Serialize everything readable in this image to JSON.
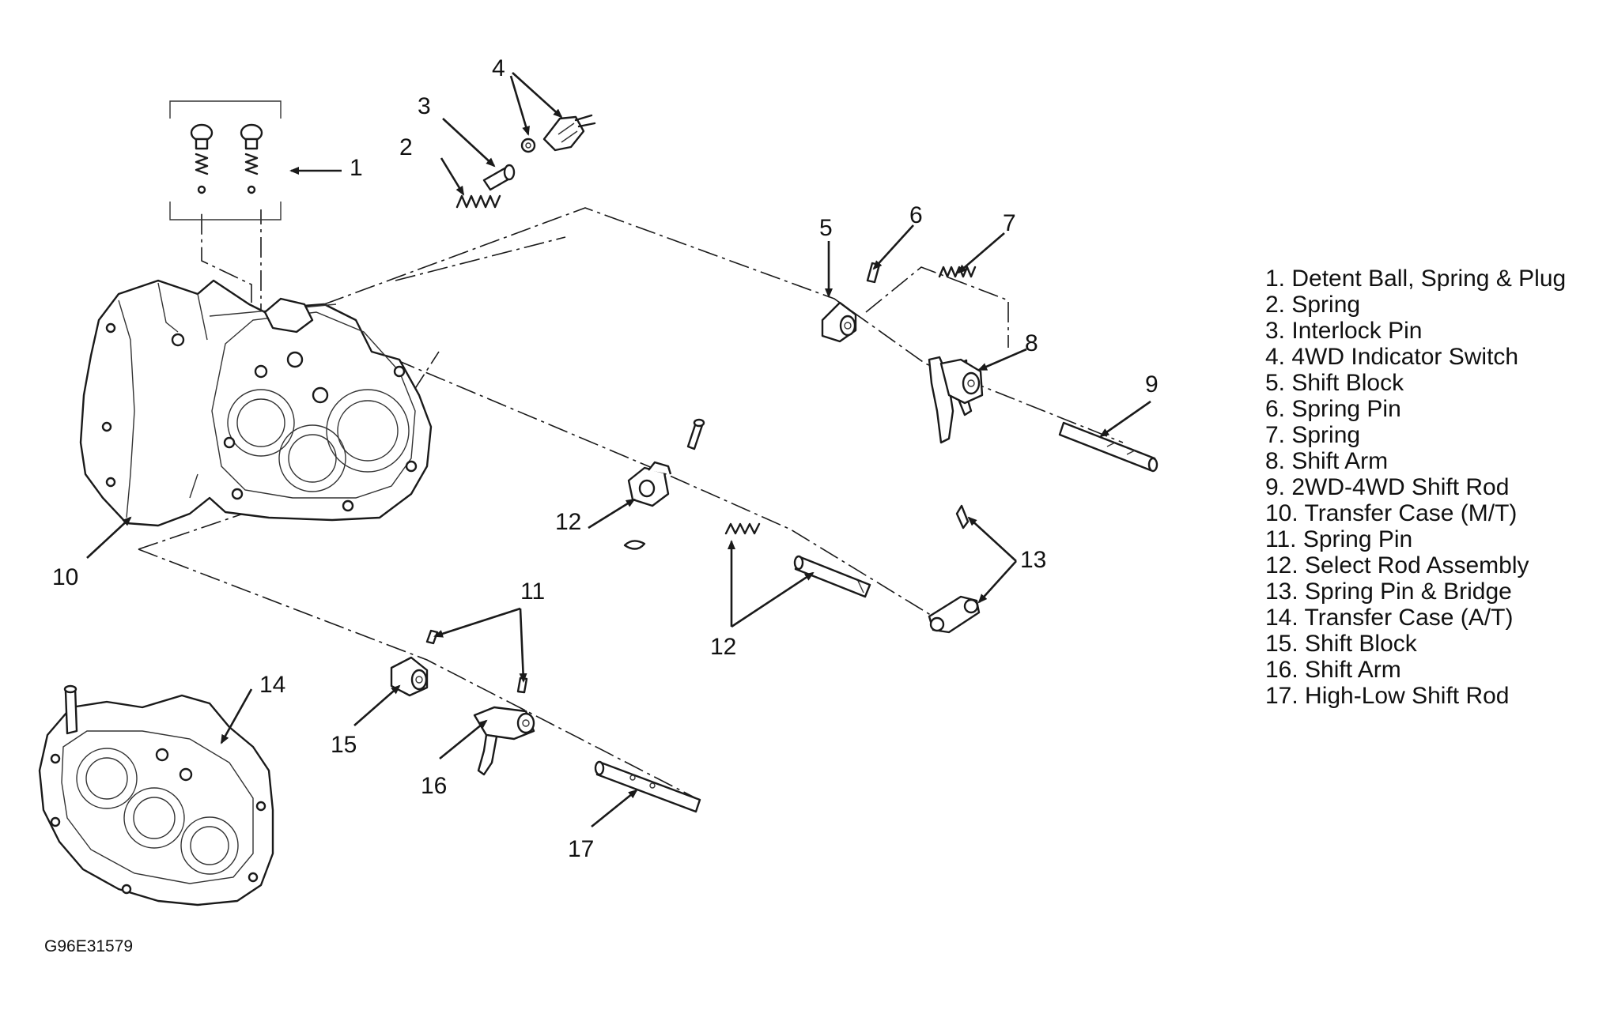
{
  "figure_code": "G96E31579",
  "callouts": {
    "c1": "1",
    "c2": "2",
    "c3": "3",
    "c4": "4",
    "c5": "5",
    "c6": "6",
    "c7": "7",
    "c8": "8",
    "c9": "9",
    "c10": "10",
    "c11": "11",
    "c12a": "12",
    "c12b": "12",
    "c13": "13",
    "c14": "14",
    "c15": "15",
    "c16": "16",
    "c17": "17"
  },
  "legend": [
    "1. Detent Ball, Spring & Plug",
    "2. Spring",
    "3. Interlock Pin",
    "4. 4WD Indicator Switch",
    "5. Shift Block",
    "6. Spring Pin",
    "7. Spring",
    "8. Shift Arm",
    "9. 2WD-4WD Shift Rod",
    "10. Transfer Case (M/T)",
    "11. Spring Pin",
    "12. Select Rod Assembly",
    "13. Spring Pin & Bridge",
    "14. Transfer Case (A/T)",
    "15. Shift Block",
    "16. Shift Arm",
    "17. High-Low Shift Rod"
  ]
}
